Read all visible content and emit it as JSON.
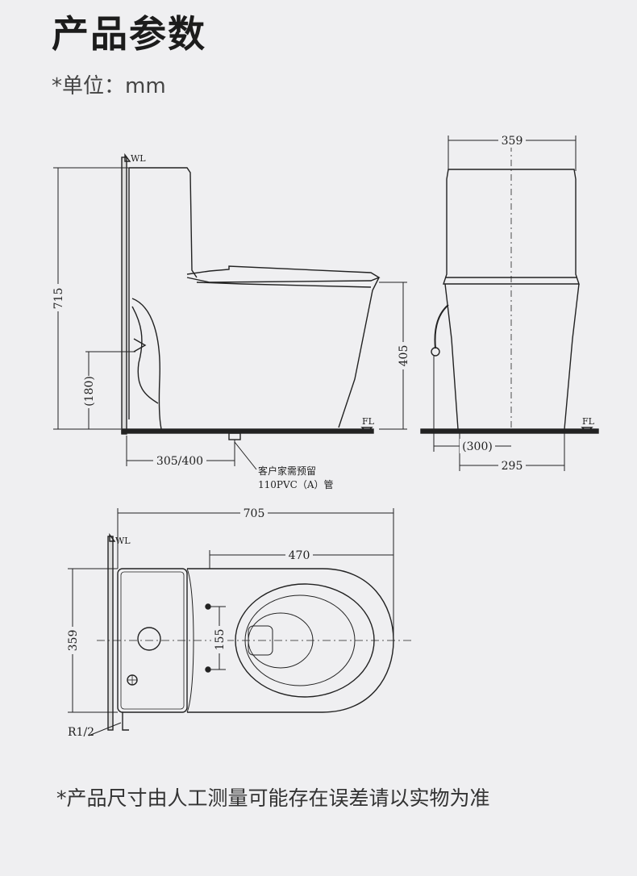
{
  "header": {
    "title": "产品参数",
    "unit": "*单位：mm"
  },
  "side_view": {
    "wl": "WL",
    "fl": "FL",
    "height": "715",
    "seat_height": "405",
    "inlet_height": "(180)",
    "rough_in": "305/400",
    "note_line1": "客户家需预留",
    "note_line2": "110PVC（A）管"
  },
  "front_view": {
    "width": "359",
    "fl": "FL",
    "inlet_offset": "(300)",
    "base_width": "295"
  },
  "top_view": {
    "wl": "WL",
    "length": "705",
    "bowl_length": "470",
    "width": "359",
    "bolt_spacing": "155",
    "inlet_thread": "R1/2"
  },
  "footer": {
    "note": "*产品尺寸由人工测量可能存在误差请以实物为准"
  }
}
